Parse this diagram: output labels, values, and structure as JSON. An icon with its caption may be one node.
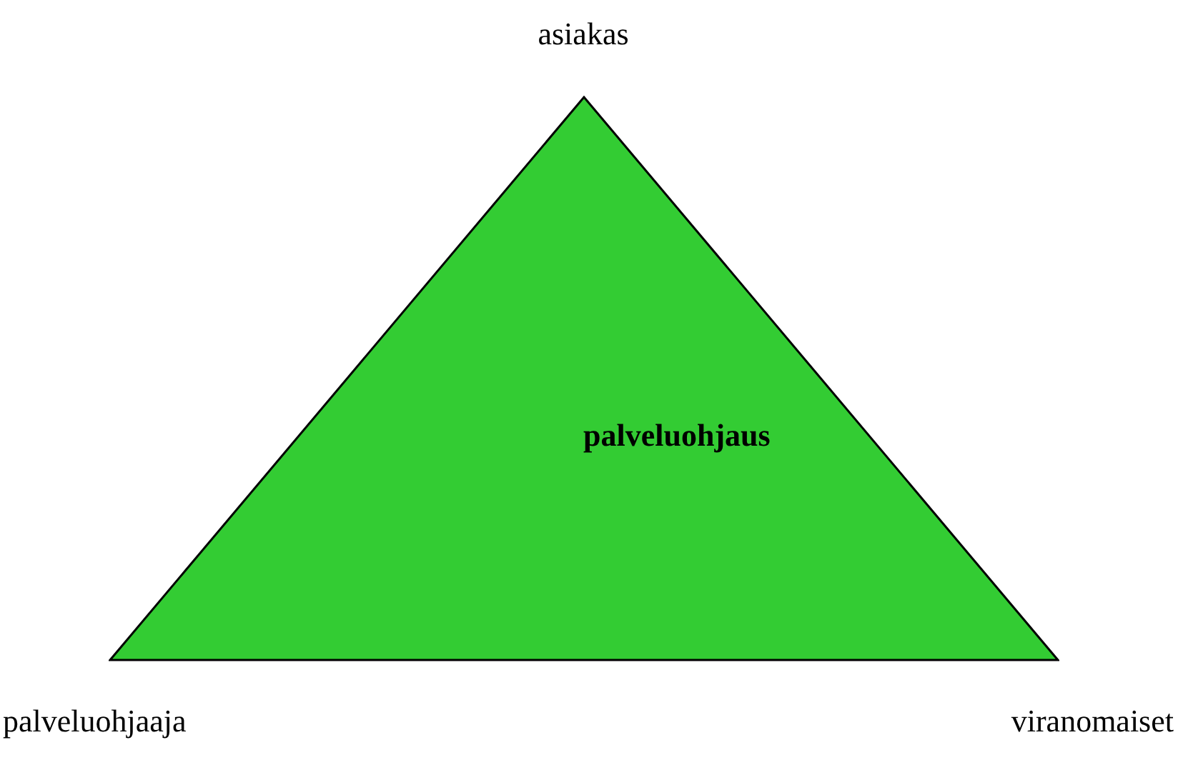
{
  "diagram": {
    "nodes": [
      {
        "text": [
          "palveluohjaus"
        ]
      }
    ],
    "labels": [
      "asiakas",
      "palveluohjaaja",
      "viranomaiset"
    ]
  }
}
